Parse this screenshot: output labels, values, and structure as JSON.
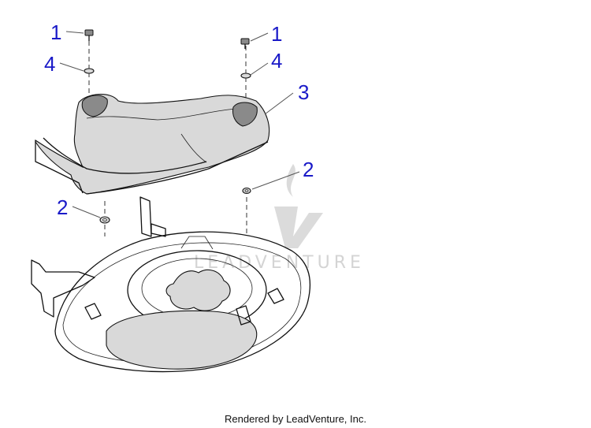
{
  "callouts": {
    "bolt_left": "1",
    "bolt_right": "1",
    "washer_left": "4",
    "washer_right": "4",
    "chute": "3",
    "nut_right": "2",
    "nut_left": "2"
  },
  "watermark": "LEADVENTURE",
  "footer": "Rendered by LeadVenture, Inc."
}
